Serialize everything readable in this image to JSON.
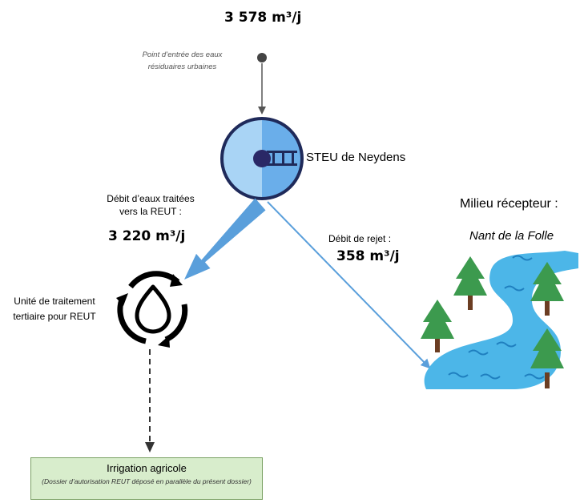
{
  "top_flow": {
    "value": "3 578 m³/j"
  },
  "entry_point": {
    "line1": "Point d’entrée des eaux",
    "line2": "résiduaires urbaines"
  },
  "steu": {
    "label": "STEU de Neydens"
  },
  "treated_flow": {
    "line1": "Débit d’eaux traitées",
    "line2": "vers la REUT :",
    "value": "3 220 m³/j"
  },
  "reject_flow": {
    "label": "Débit de rejet :",
    "value": "358 m³/j"
  },
  "receiving_env": {
    "title": "Milieu récepteur :",
    "name": "Nant de la Folle"
  },
  "tertiary_unit": {
    "line1": "Unité de traitement",
    "line2": "tertiaire pour REUT"
  },
  "irrigation": {
    "title": "Irrigation agricole",
    "note": "(Dossier d’autorisation REUT déposé en parallèle du présent dossier)"
  },
  "colors": {
    "steu_light": "#a9d4f5",
    "steu_dark": "#6aaeea",
    "arrow_blue": "#5a9fdb",
    "river": "#4cb6e8",
    "tree": "#3c9a4e",
    "box_fill": "#d8edcc",
    "box_border": "#7aa163"
  }
}
